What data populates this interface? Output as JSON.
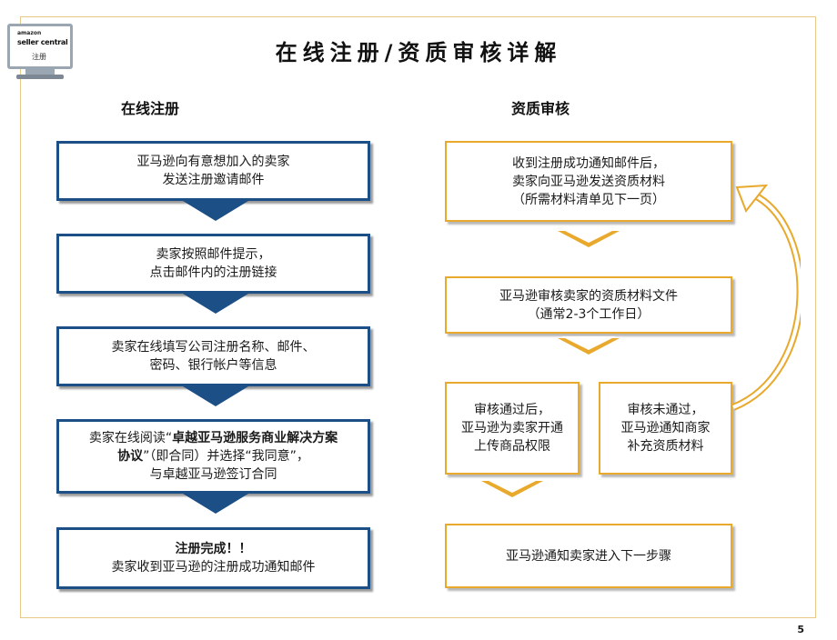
{
  "logo": {
    "line1": "amazon",
    "line2": "seller central",
    "line3": "注册"
  },
  "title": "在线注册/资质审核详解",
  "left": {
    "heading": "在线注册",
    "steps": [
      {
        "l1": "亚马逊向有意想加入的卖家",
        "l2": "发送注册邀请邮件"
      },
      {
        "l1": "卖家按照邮件提示，",
        "l2": "点击邮件内的注册链接"
      },
      {
        "l1": "卖家在线填写公司注册名称、邮件、",
        "l2": "密码、银行帐户等信息"
      },
      {
        "l1a": "卖家在线阅读“",
        "l1b": "卓越亚马逊服务商业解决方案",
        "l2a": "协议",
        "l2b": "”（即合同）并选择“我同意”，",
        "l3": "与卓越亚马逊签订合同"
      },
      {
        "l1": "注册完成！！",
        "l2": "卖家收到亚马逊的注册成功通知邮件"
      }
    ]
  },
  "right": {
    "heading": "资质审核",
    "step1": {
      "l1": "收到注册成功通知邮件后，",
      "l2": "卖家向亚马逊发送资质材料",
      "l3": "（所需材料清单见下一页）"
    },
    "step2": {
      "l1": "亚马逊审核卖家的资质材料文件",
      "l2": "（通常2-3个工作日）"
    },
    "pass": {
      "l1": "审核通过后，",
      "l2": "亚马逊为卖家开通",
      "l3": "上传商品权限"
    },
    "fail": {
      "l1": "审核未通过，",
      "l2": "亚马逊通知商家",
      "l3": "补充资质材料"
    },
    "final": {
      "l1": "亚马逊通知卖家进入下一步骤"
    }
  },
  "page_number": "5",
  "colors": {
    "blue": "#1b4f86",
    "orange": "#e8a92c",
    "frame": "#e9c98a"
  }
}
